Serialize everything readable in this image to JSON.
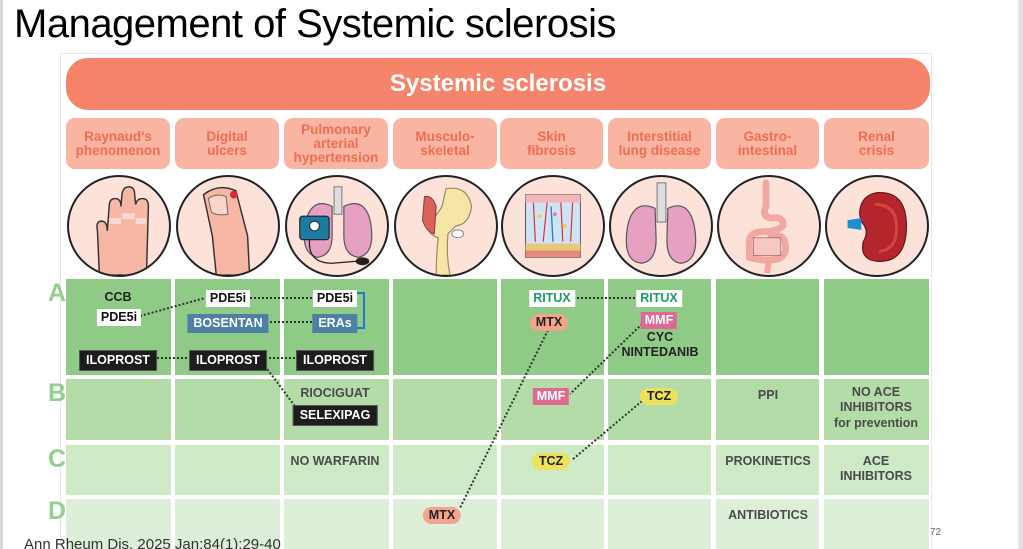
{
  "slide": {
    "title": "Management of Systemic sclerosis",
    "citation": "Ann Rheum Dis. 2025 Jan;84(1):29-40",
    "page_number": "72"
  },
  "diagram": {
    "banner": "Systemic sclerosis",
    "colors": {
      "banner": "#f5846a",
      "category_bg": "#f9b4a2",
      "category_text": "#ee6e52",
      "row_a": "#8fcb86",
      "row_b": "#b3dca9",
      "row_c": "#cde9c6",
      "row_d": "#ddefd8"
    },
    "categories": [
      {
        "label": "Raynaud's\nphenomenon",
        "icon": "hand-icon"
      },
      {
        "label": "Digital\nulcers",
        "icon": "finger-ulcer-icon"
      },
      {
        "label": "Pulmonary\narterial\nhypertension",
        "icon": "lungs-blood-pressure-icon"
      },
      {
        "label": "Musculo-\nskeletal",
        "icon": "hip-joint-icon"
      },
      {
        "label": "Skin\nfibrosis",
        "icon": "skin-layers-icon"
      },
      {
        "label": "Interstitial\nlung disease",
        "icon": "lungs-icon"
      },
      {
        "label": "Gastro-\nintestinal",
        "icon": "digestive-tract-icon"
      },
      {
        "label": "Renal\ncrisis",
        "icon": "kidney-icon"
      }
    ],
    "evidence_levels": [
      "A",
      "B",
      "C",
      "D"
    ],
    "rows": {
      "A": {
        "raynauds": {
          "ccb": "CCB",
          "pde5i": "PDE5i",
          "iloprost": "ILOPROST"
        },
        "digital_ulcers": {
          "pde5i": "PDE5i",
          "bosentan": "BOSENTAN",
          "iloprost": "ILOPROST"
        },
        "pah": {
          "pde5i": "PDE5i",
          "eras": "ERAs",
          "iloprost": "ILOPROST"
        },
        "skin_fibrosis": {
          "ritux": "RITUX",
          "mtx": "MTX"
        },
        "ild": {
          "ritux": "RITUX",
          "mmf": "MMF",
          "cyc": "CYC",
          "nintedanib": "NINTEDANIB"
        }
      },
      "B": {
        "pah": {
          "riociguat": "RIOCIGUAT",
          "selexipag": "SELEXIPAG"
        },
        "skin_fibrosis": {
          "mmf": "MMF"
        },
        "ild": {
          "tcz": "TCZ"
        },
        "gi": {
          "ppi": "PPI"
        },
        "renal": {
          "line1": "NO ACE",
          "line2": "INHIBITORS",
          "line3": "for prevention"
        }
      },
      "C": {
        "pah": {
          "no_warfarin": "NO WARFARIN"
        },
        "skin_fibrosis": {
          "tcz": "TCZ"
        },
        "gi": {
          "prokinetics": "PROKINETICS"
        },
        "renal": {
          "line1": "ACE",
          "line2": "INHIBITORS"
        }
      },
      "D": {
        "musculoskeletal": {
          "mtx": "MTX"
        },
        "gi": {
          "antibiotics": "ANTIBIOTICS"
        }
      }
    }
  }
}
